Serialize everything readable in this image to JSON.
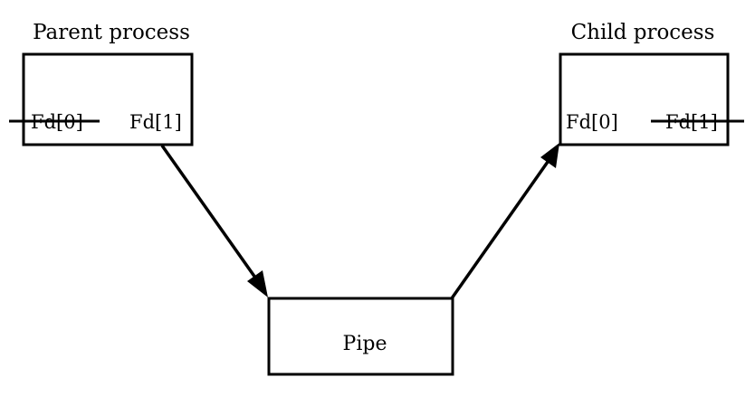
{
  "parent": {
    "title": "Parent process",
    "fd_read": "Fd[0]",
    "fd_write": "Fd[1]",
    "closed": "fd_read"
  },
  "child": {
    "title": "Child process",
    "fd_read": "Fd[0]",
    "fd_write": "Fd[1]",
    "closed": "fd_write"
  },
  "pipe": {
    "label": "Pipe"
  },
  "edges": [
    {
      "from": "parent.fd_write",
      "to": "pipe"
    },
    {
      "from": "pipe",
      "to": "child.fd_read"
    }
  ]
}
